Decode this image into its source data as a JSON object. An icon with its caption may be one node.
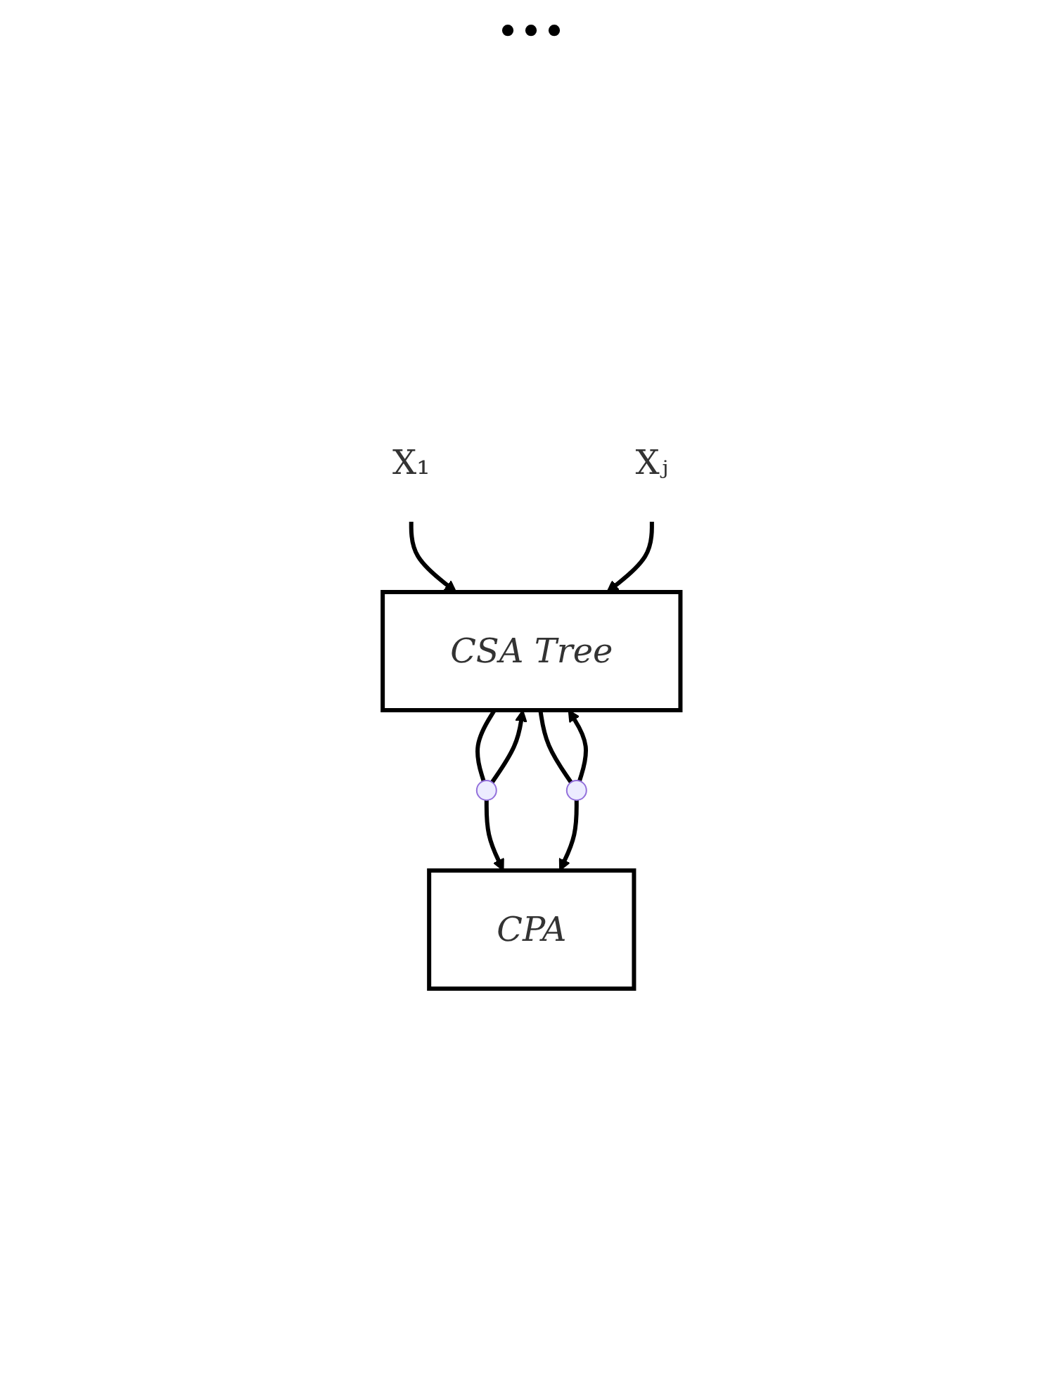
{
  "diagram": {
    "nodes": [
      {
        "text": [
          "X₁"
        ]
      },
      {
        "text": [
          "Xⱼ"
        ]
      },
      {
        "text": [
          "CSA Tree"
        ]
      },
      {
        "text": [
          "CPA"
        ]
      },
      {
        "text": [],
        "shape": "circle"
      },
      {
        "text": [],
        "shape": "circle"
      }
    ],
    "edges": [
      {
        "from": 0,
        "to": 2,
        "arrow": "to"
      },
      {
        "from": 1,
        "to": 2,
        "arrow": "to"
      },
      {
        "from": 2,
        "to": 4,
        "arrow": "none"
      },
      {
        "from": 2,
        "to": 5,
        "arrow": "none"
      },
      {
        "from": 4,
        "to": 2,
        "arrow": "to"
      },
      {
        "from": 5,
        "to": 2,
        "arrow": "to"
      },
      {
        "from": 4,
        "to": 3,
        "arrow": "to"
      },
      {
        "from": 5,
        "to": 3,
        "arrow": "to"
      }
    ],
    "labels": [
      "•••"
    ]
  }
}
